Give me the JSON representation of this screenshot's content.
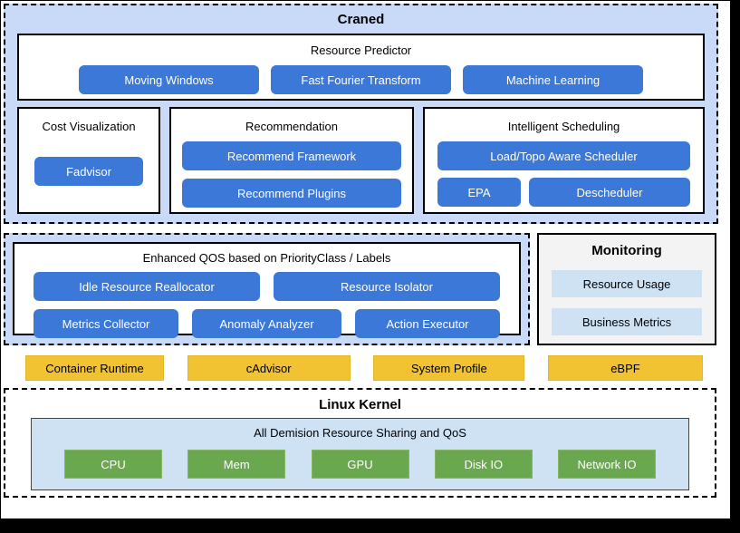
{
  "colors": {
    "container_blue_bg": "#c9daf8",
    "button_blue": "#3c78d8",
    "pale_blue": "#cfe2f3",
    "agent_yellow": "#f1c232",
    "kernel_green": "#6aa84f",
    "monitoring_gray": "#f3f3f3"
  },
  "craned": {
    "title": "Craned",
    "resource_predictor": {
      "title": "Resource Predictor",
      "buttons": [
        "Moving Windows",
        "Fast Fourier Transform",
        "Machine Learning"
      ]
    },
    "cost_visualization": {
      "title": "Cost Visualization",
      "buttons": [
        "Fadvisor"
      ]
    },
    "recommendation": {
      "title": "Recommendation",
      "buttons": [
        "Recommend Framework",
        "Recommend Plugins"
      ]
    },
    "intelligent_scheduling": {
      "title": "Intelligent Scheduling",
      "primary_button": "Load/Topo Aware Scheduler",
      "buttons": [
        "EPA",
        "Descheduler"
      ]
    }
  },
  "qos": {
    "title": "Enhanced QOS based on PriorityClass / Labels",
    "row1": [
      "Idle Resource Reallocator",
      "Resource Isolator"
    ],
    "row2": [
      "Metrics Collector",
      "Anomaly Analyzer",
      "Action Executor"
    ]
  },
  "monitoring": {
    "title": "Monitoring",
    "items": [
      "Resource Usage",
      "Business Metrics"
    ]
  },
  "node_agents": [
    "Container Runtime",
    "cAdvisor",
    "System Profile",
    "eBPF"
  ],
  "linux_kernel": {
    "title": "Linux Kernel",
    "sharing": {
      "title": "All Demision Resource Sharing and QoS",
      "resources": [
        "CPU",
        "Mem",
        "GPU",
        "Disk IO",
        "Network IO"
      ]
    }
  }
}
